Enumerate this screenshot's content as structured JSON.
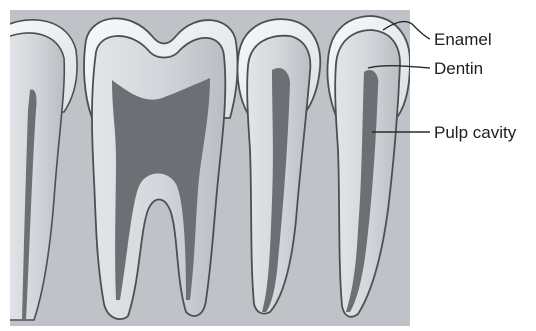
{
  "labels": {
    "enamel": "Enamel",
    "dentin": "Dentin",
    "pulp": "Pulp cavity"
  },
  "colors": {
    "panel_background": "#bfc3c7",
    "enamel": "#eef0f2",
    "dentin": "#cdd2d6",
    "pulp": "#6c7075",
    "outline": "#4b5054",
    "leader_line": "#2a2a2a",
    "label_text": "#1e1e1e"
  }
}
